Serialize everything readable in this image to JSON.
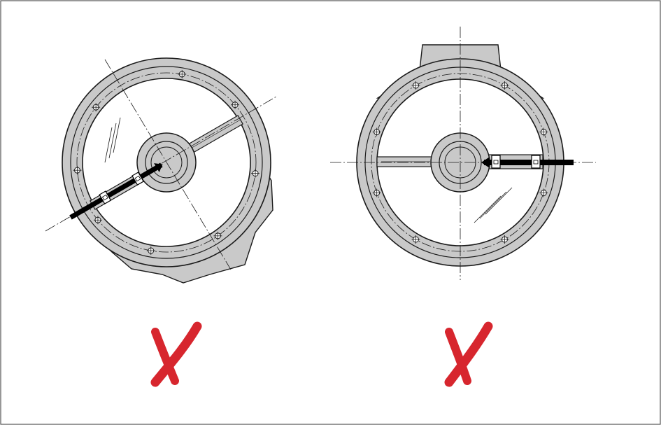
{
  "figure": {
    "panels": [
      {
        "id": "left",
        "verdict": "incorrect",
        "mark": "red-x-mark",
        "mark_color": "#d7262e"
      },
      {
        "id": "right",
        "verdict": "incorrect",
        "mark": "red-x-mark",
        "mark_color": "#d7262e"
      }
    ],
    "colors": {
      "flange_fill": "#c9c9c9",
      "outline": "#1a1a1a",
      "tool": "#000000",
      "background": "#ffffff"
    }
  }
}
